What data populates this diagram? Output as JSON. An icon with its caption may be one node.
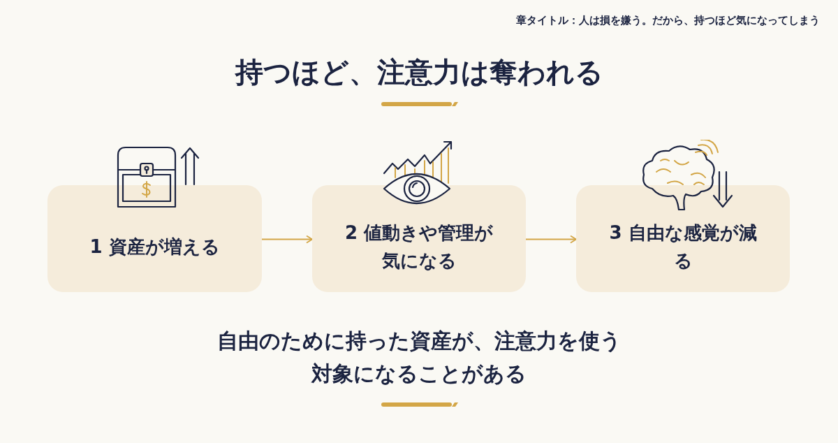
{
  "diagram": {
    "title": "持つほど、注意力は奪われる",
    "caption": "自由のために持った資産が、注意力を使う対象になることがある",
    "nodes": [
      {
        "text": [
          "1 資産が増える"
        ]
      },
      {
        "text": [
          "2 値動きや管理が気になる"
        ]
      },
      {
        "text": [
          "3 自由な感覚が減る"
        ]
      }
    ],
    "edges": [
      {
        "from": 0,
        "to": 1,
        "arrow": "to"
      },
      {
        "from": 1,
        "to": 2,
        "arrow": "to"
      }
    ],
    "labels": [
      "章タイトル：人は損を嫌う。だから、持つほど気になってしまう"
    ]
  }
}
